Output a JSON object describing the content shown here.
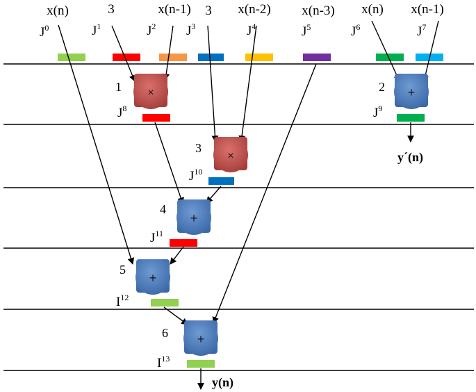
{
  "inputs": [
    {
      "text": "x(n)",
      "reg_base": "J",
      "reg_sup": "0",
      "color": "#92D050"
    },
    {
      "text": "3",
      "reg_base": "J",
      "reg_sup": "1",
      "color": "#FF0000"
    },
    {
      "text": "x(n-1)",
      "reg_base": "J",
      "reg_sup": "2",
      "color": "#F79646"
    },
    {
      "text": "3",
      "reg_base": "J",
      "reg_sup": "3",
      "color": "#0070C0"
    },
    {
      "text": "x(n-2)",
      "reg_base": "J",
      "reg_sup": "4",
      "color": "#FFC000"
    },
    {
      "text": "x(n-3)",
      "reg_base": "J",
      "reg_sup": "5",
      "color": "#7030A0"
    },
    {
      "text": "x(n)",
      "reg_base": "J",
      "reg_sup": "6",
      "color": "#00B050"
    },
    {
      "text": "x(n-1)",
      "reg_base": "J",
      "reg_sup": "7",
      "color": "#00B0F0"
    }
  ],
  "nodes": [
    {
      "id": "1",
      "op": "×",
      "kind": "multiply",
      "reg_base": "J",
      "reg_sup": "8",
      "reg_color": "#FF0000"
    },
    {
      "id": "2",
      "op": "+",
      "kind": "add",
      "reg_base": "J",
      "reg_sup": "9",
      "reg_color": "#00B050"
    },
    {
      "id": "3",
      "op": "×",
      "kind": "multiply",
      "reg_base": "J",
      "reg_sup": "10",
      "reg_color": "#0070C0"
    },
    {
      "id": "4",
      "op": "+",
      "kind": "add",
      "reg_base": "J",
      "reg_sup": "11",
      "reg_color": "#FF0000"
    },
    {
      "id": "5",
      "op": "+",
      "kind": "add",
      "reg_base": "I",
      "reg_sup": "12",
      "reg_color": "#92D050"
    },
    {
      "id": "6",
      "op": "+",
      "kind": "add",
      "reg_base": "I",
      "reg_sup": "13",
      "reg_color": "#92D050"
    }
  ],
  "outputs": [
    {
      "text": "y´(n)",
      "from_node": "2"
    },
    {
      "text": "y(n)",
      "from_node": "6"
    }
  ],
  "colors": {
    "multiply_node": "#C0504D",
    "add_node": "#4F81BD",
    "line": "#000000"
  }
}
